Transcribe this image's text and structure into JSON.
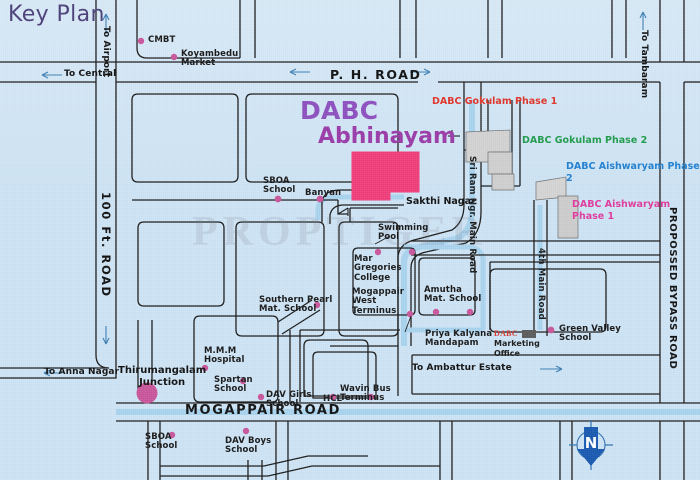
{
  "header": {
    "title": "Key Plan"
  },
  "project": {
    "name_line1": "DABC",
    "name_line2": "Abhinayam",
    "plot_label": "Sakthi Nagar"
  },
  "watermark": {
    "text": "PROPTIGER"
  },
  "nearby_projects": [
    {
      "label": "DABC\nGokulam\nPhase 1",
      "color": "#e03227"
    },
    {
      "label": "DABC\nGokulam\nPhase 2",
      "color": "#1f9b4b"
    },
    {
      "label": "DABC\nAishwaryam\nPhase 2",
      "color": "#1f7fd0"
    },
    {
      "label": "DABC\nAishwaryam\nPhase 1",
      "color": "#e0399c"
    }
  ],
  "marketing_office": {
    "brand": "DABC",
    "line1": "Marketing",
    "line2": "Office"
  },
  "roads": [
    {
      "name": "P. H. ROAD",
      "orientation": "horizontal"
    },
    {
      "name": "MOGAPPAIR ROAD",
      "orientation": "horizontal"
    },
    {
      "name": "100 Ft. ROAD",
      "orientation": "vertical"
    },
    {
      "name": "Sri Ram Ngr. Main Road",
      "orientation": "vertical"
    },
    {
      "name": "4th Main Road",
      "orientation": "vertical"
    },
    {
      "name": "PROPOSSED BYPASS ROAD",
      "orientation": "vertical"
    }
  ],
  "directions": [
    {
      "label": "To Airport",
      "orientation": "vertical"
    },
    {
      "label": "To Central",
      "orientation": "horizontal"
    },
    {
      "label": "To Anna Nagar",
      "orientation": "horizontal"
    },
    {
      "label": "To Tambaram",
      "orientation": "vertical"
    },
    {
      "label": "To Ambattur Estate",
      "orientation": "horizontal"
    }
  ],
  "junction": {
    "line1": "Thirumangalam",
    "line2": "Junction"
  },
  "landmarks": [
    {
      "label": "CMBT"
    },
    {
      "label": "Koyambedu\nMarket"
    },
    {
      "label": "SBOA\nSchool"
    },
    {
      "label": "Banyan"
    },
    {
      "label": "Swimming\nPool"
    },
    {
      "label": "Mar\nGregories\nCollege"
    },
    {
      "label": "Mogappair\nWest\nTerminus"
    },
    {
      "label": "Southern Pearl\nMat. School"
    },
    {
      "label": "Amutha\nMat. School"
    },
    {
      "label": "Priya Kalyana\nMandapam"
    },
    {
      "label": "Green Valley\nSchool"
    },
    {
      "label": "M.M.M\nHospital"
    },
    {
      "label": "Spartan\nSchool"
    },
    {
      "label": "DAV Girls\nSchool"
    },
    {
      "label": "HCL"
    },
    {
      "label": "Wavin Bus\nTerminus"
    },
    {
      "label": "DAV Boys\nSchool"
    },
    {
      "label": "SBOA\nSchool"
    }
  ],
  "compass": {
    "label": "N"
  },
  "colors": {
    "background": "#cde3f4",
    "road_line": "#1b1b1b",
    "water_road": "#a9d3ee",
    "plot_pink": "#ef3d7a",
    "building_gray": "#d0d0d0",
    "poi_dot": "#c8559b",
    "title_purple": "#4b3f7a"
  }
}
